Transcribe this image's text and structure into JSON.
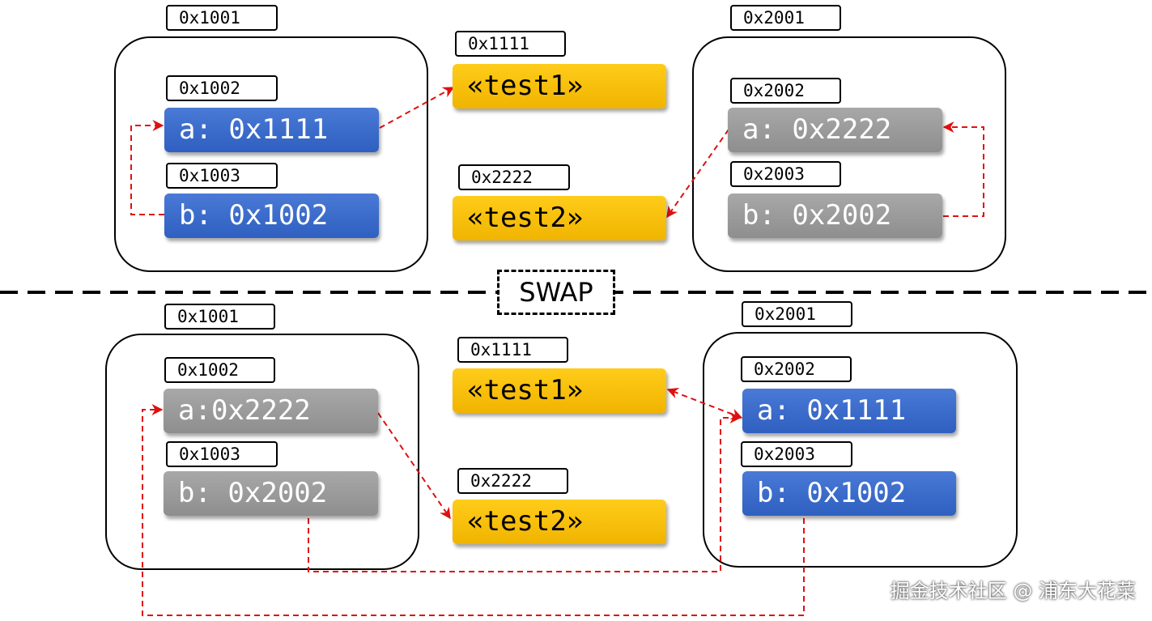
{
  "colors": {
    "blue": "#3a6bcf",
    "gray": "#9a9a9a",
    "yellow": "#f7bf0a",
    "arrow": "#e01010"
  },
  "top": {
    "left_frame": {
      "addr": "0x1001",
      "a": {
        "addr": "0x1002",
        "text": "a: 0x1111"
      },
      "b": {
        "addr": "0x1003",
        "text": "b: 0x1002"
      }
    },
    "test1": {
      "addr": "0x1111",
      "text": "«test1»"
    },
    "test2": {
      "addr": "0x2222",
      "text": "«test2»"
    },
    "right_frame": {
      "addr": "0x2001",
      "a": {
        "addr": "0x2002",
        "text": "a: 0x2222"
      },
      "b": {
        "addr": "0x2003",
        "text": "b: 0x2002"
      }
    }
  },
  "swap_label": "SWAP",
  "bottom": {
    "left_frame": {
      "addr": "0x1001",
      "a": {
        "addr": "0x1002",
        "text": "a:0x2222"
      },
      "b": {
        "addr": "0x1003",
        "text": "b: 0x2002"
      }
    },
    "test1": {
      "addr": "0x1111",
      "text": "«test1»"
    },
    "test2": {
      "addr": "0x2222",
      "text": "«test2»"
    },
    "right_frame": {
      "addr": "0x2001",
      "a": {
        "addr": "0x2002",
        "text": "a: 0x1111"
      },
      "b": {
        "addr": "0x2003",
        "text": "b: 0x1002"
      }
    }
  },
  "watermark": "掘金技术社区 @ 浦东大花菜"
}
